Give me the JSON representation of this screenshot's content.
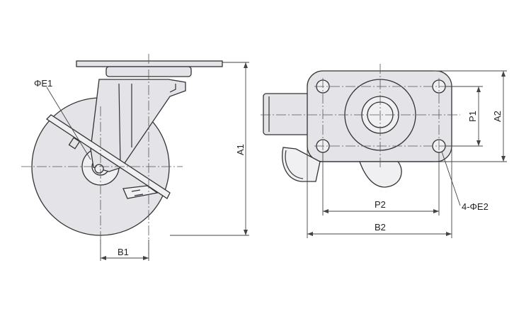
{
  "labels": {
    "e1": "ΦE1",
    "b1": "B1",
    "a1": "A1",
    "p1": "P1",
    "a2": "A2",
    "p2": "P2",
    "b2": "B2",
    "e2": "4-ΦE2"
  }
}
